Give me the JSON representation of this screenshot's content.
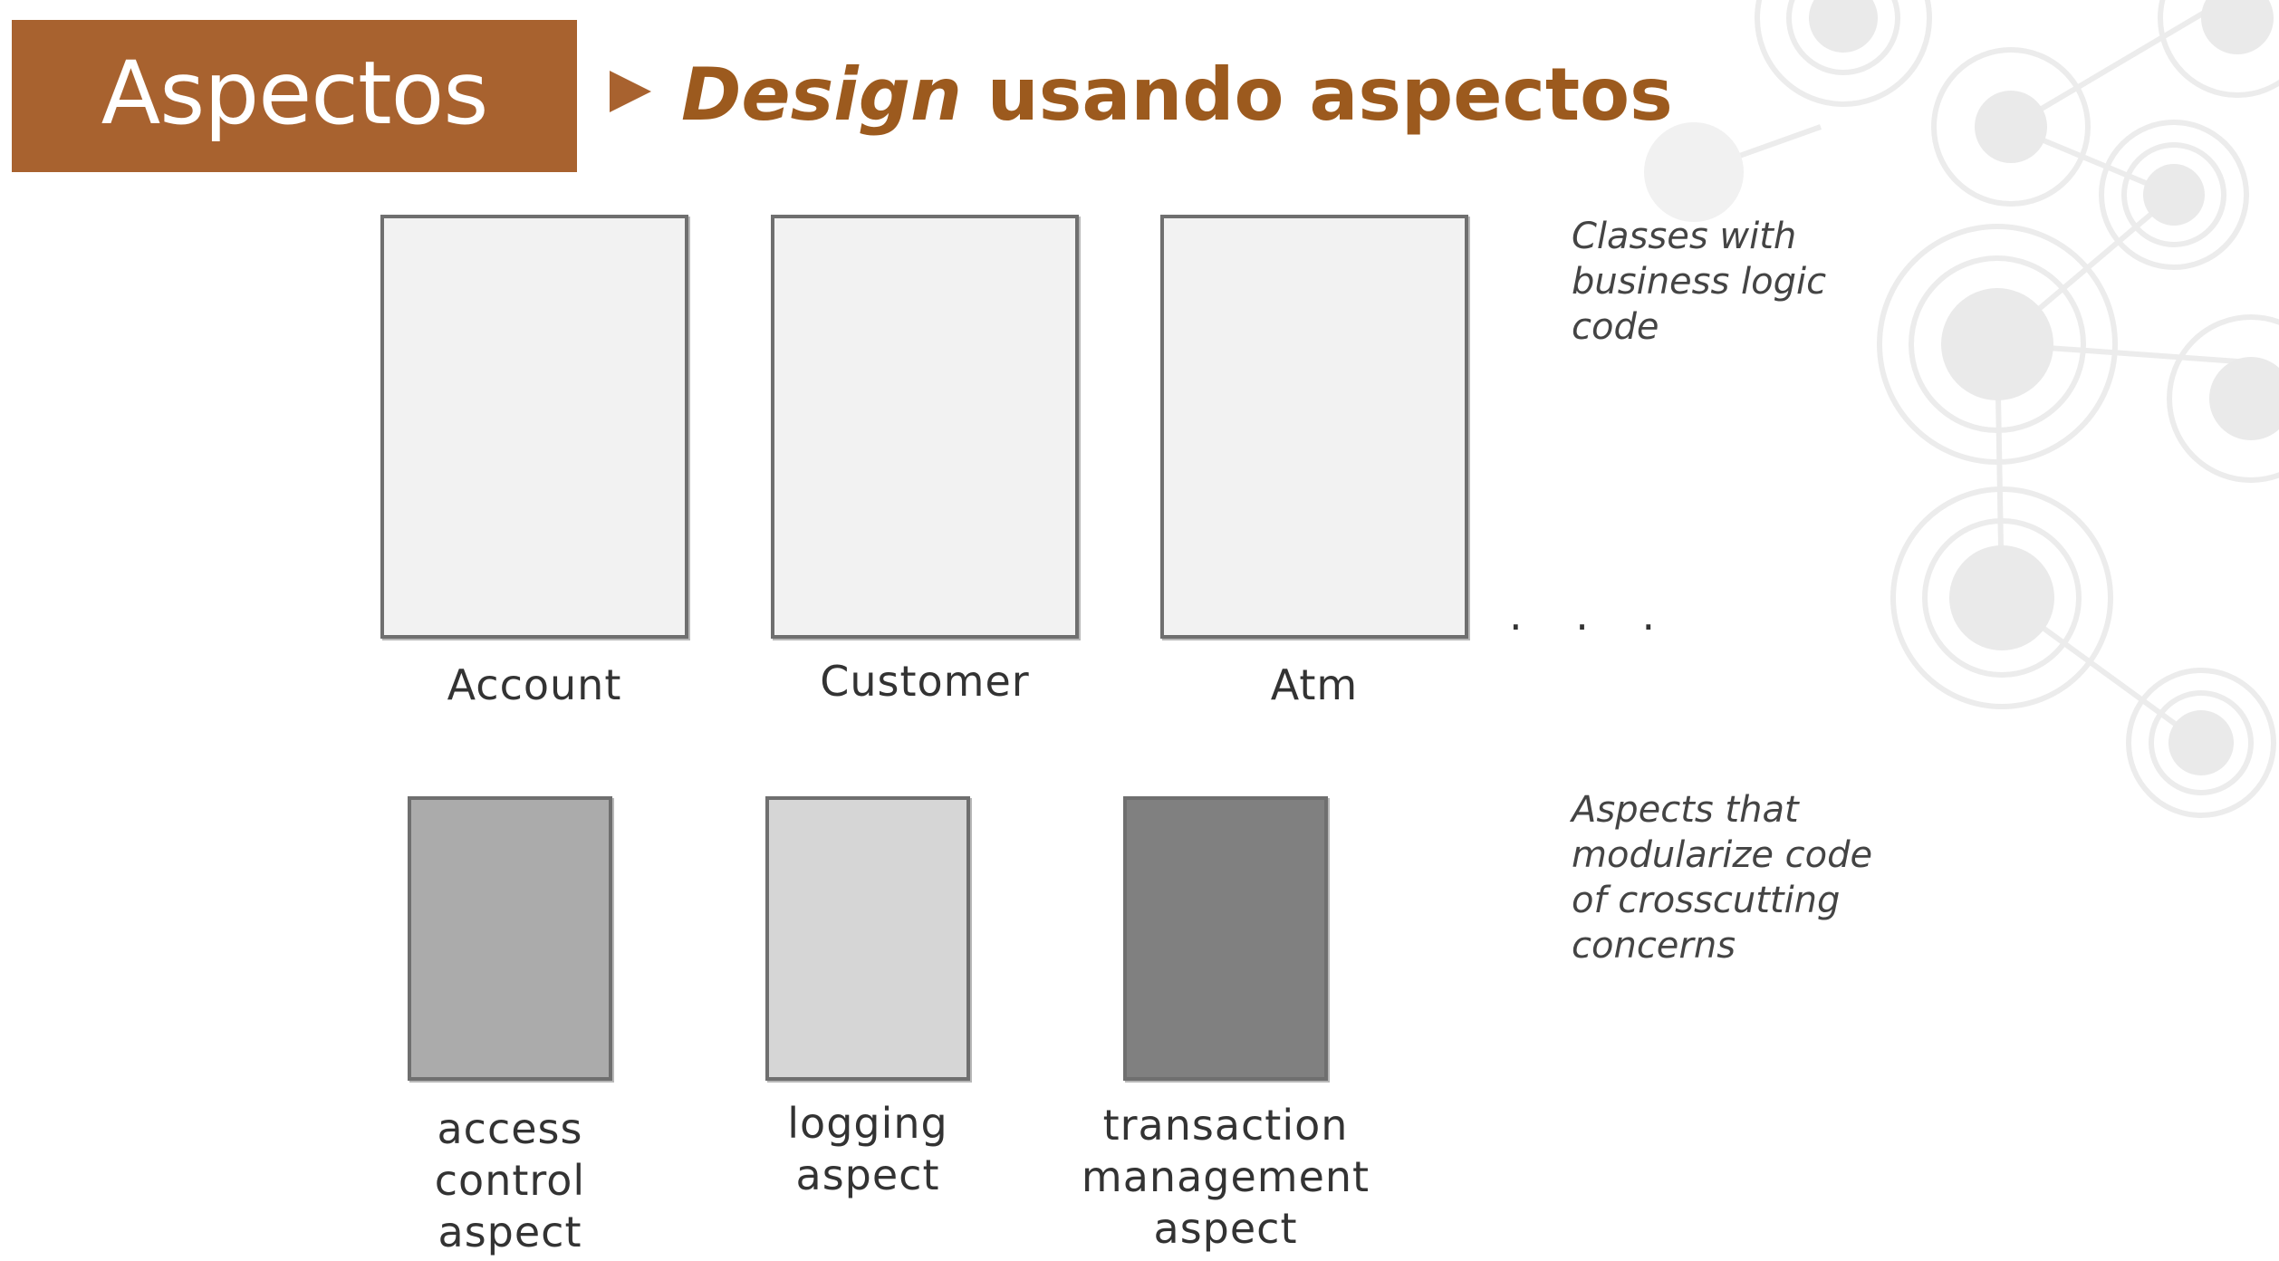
{
  "header": {
    "section_tag": "Aspectos",
    "title_italic": "Design",
    "title_rest": " usando aspectos",
    "accent_color": "#a8622f",
    "title_color": "#9c5a1e"
  },
  "diagram": {
    "classes": [
      {
        "label": "Account"
      },
      {
        "label": "Customer"
      },
      {
        "label": "Atm"
      }
    ],
    "ellipsis": ". . .",
    "classes_note": "Classes with\nbusiness logic\ncode",
    "aspects": [
      {
        "label": "access\ncontrol\naspect",
        "fill": "#ababab"
      },
      {
        "label": "logging\naspect",
        "fill": "#d6d6d6"
      },
      {
        "label": "transaction\nmanagement\naspect",
        "fill": "#808080"
      }
    ],
    "aspects_note": "Aspects that\nmodularize code\nof crosscutting\nconcerns"
  }
}
